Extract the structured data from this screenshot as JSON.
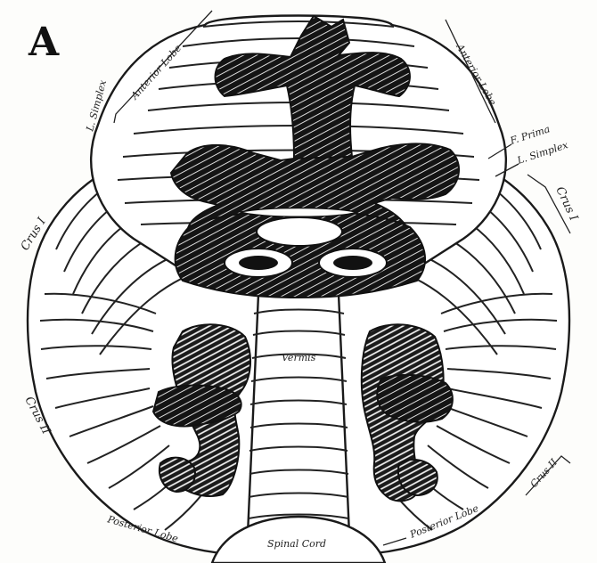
{
  "figure": {
    "panel_label": "A",
    "labels": {
      "anterior_lobe_left": "Anterior Lobe",
      "anterior_lobe_right": "Anterior Lobe",
      "simplex_left": "L. Simplex",
      "simplex_right": "L. Simplex",
      "fissura_prima": "F. Prima",
      "crus_i_left": "Crus I",
      "crus_i_right": "Crus I",
      "crus_ii_left": "Crus II",
      "crus_ii_right": "Crus II",
      "vermis": "Vermis",
      "posterior_lobe_left": "Posterior Lobe",
      "posterior_lobe_right": "Posterior Lobe",
      "spinal_cord": "Spinal Cord"
    }
  },
  "colors": {
    "ink": "#111111",
    "paper": "#fdfdfb"
  }
}
